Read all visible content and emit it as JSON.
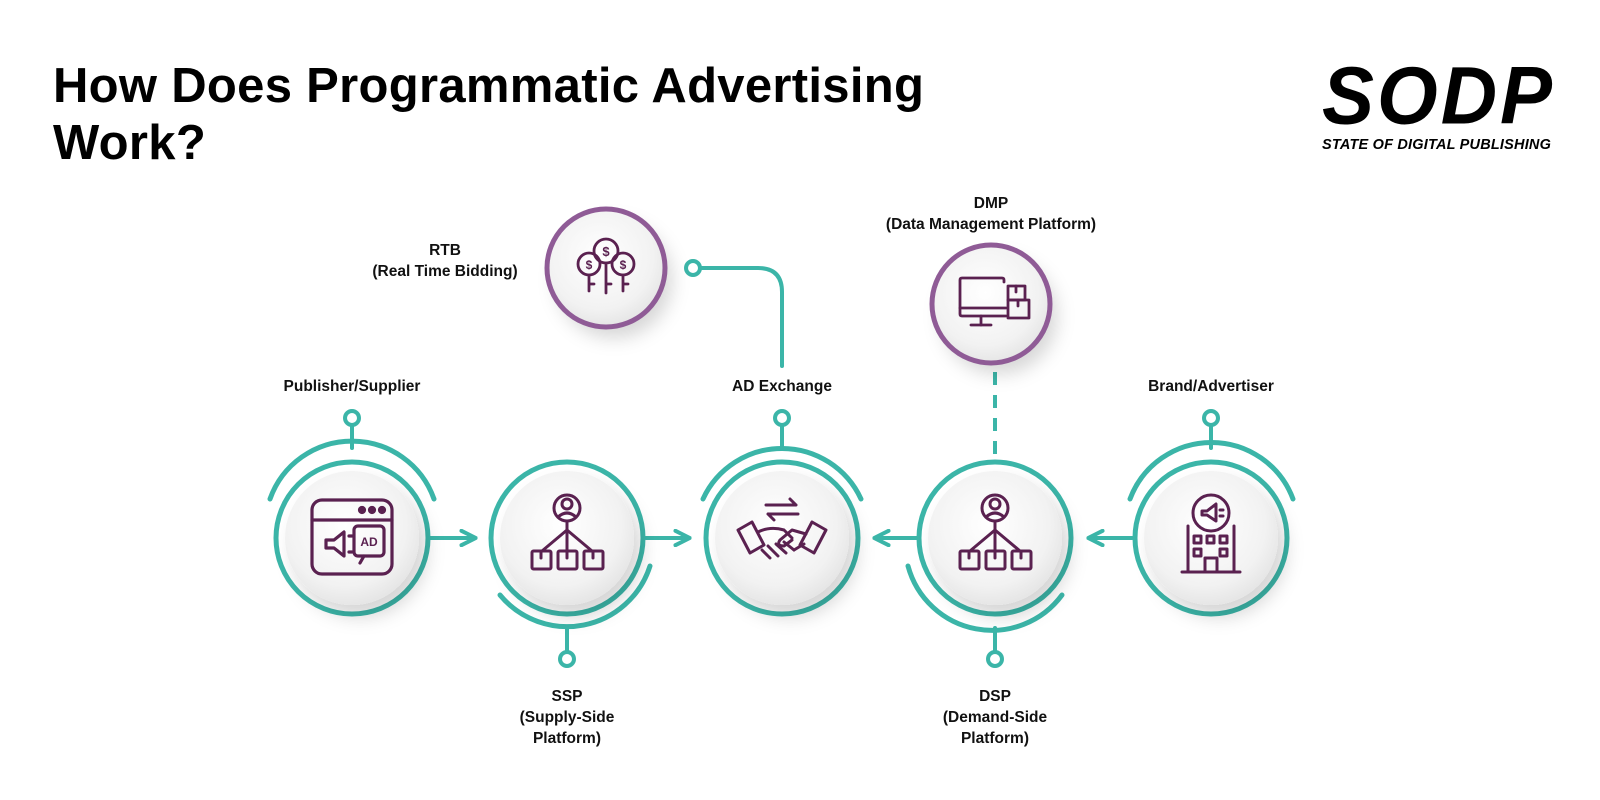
{
  "header": {
    "title_line1": "How Does Programmatic Advertising",
    "title_line2": "Work?"
  },
  "logo": {
    "wordmark": "SODP",
    "tagline": "STATE OF DIGITAL PUBLISHING"
  },
  "nodes": {
    "publisher": {
      "label": "Publisher/Supplier",
      "icon": "ad-browser-icon"
    },
    "ssp": {
      "label_line1": "SSP",
      "label_line2": "(Supply-Side",
      "label_line3": "Platform)",
      "icon": "user-network-icon"
    },
    "exchange": {
      "label": "AD Exchange",
      "icon": "handshake-exchange-icon"
    },
    "dsp": {
      "label_line1": "DSP",
      "label_line2": "(Demand-Side",
      "label_line3": "Platform)",
      "icon": "user-network-icon"
    },
    "brand": {
      "label": "Brand/Advertiser",
      "icon": "building-megaphone-icon"
    },
    "rtb": {
      "label_line1": "RTB",
      "label_line2": "(Real Time Bidding)",
      "icon": "coins-bidding-icon"
    },
    "dmp": {
      "label_line1": "DMP",
      "label_line2": "(Data Management Platform)",
      "icon": "monitor-boxes-icon"
    }
  },
  "colors": {
    "teal": "#3bb5a8",
    "purple": "#8f5b96",
    "icon_stroke": "#5a2150",
    "title": "#000000"
  }
}
